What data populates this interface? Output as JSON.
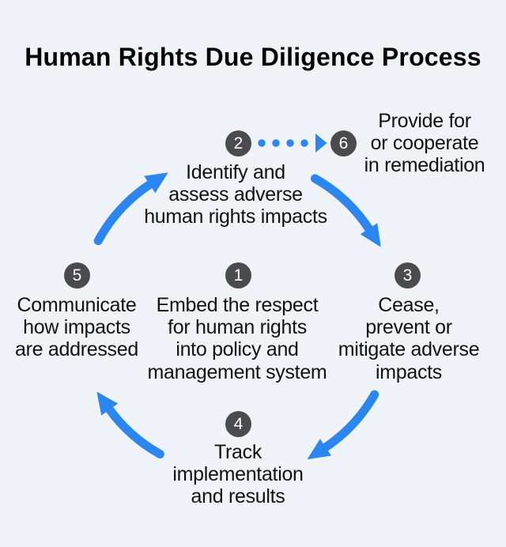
{
  "title": "Human Rights Due Diligence Process",
  "diagram": {
    "type": "cycle",
    "steps": [
      {
        "number": "1",
        "label": "Embed the respect\nfor human rights\ninto policy and\nmanagement system"
      },
      {
        "number": "2",
        "label": "Identify and\nassess adverse\nhuman rights impacts"
      },
      {
        "number": "3",
        "label": "Cease,\nprevent or\nmitigate adverse\nimpacts"
      },
      {
        "number": "4",
        "label": "Track\nimplementation\nand results"
      },
      {
        "number": "5",
        "label": "Communicate\nhow impacts\nare addressed"
      },
      {
        "number": "6",
        "label": "Provide for\nor cooperate\nin remediation"
      }
    ],
    "connections": [
      "5-2",
      "2-3",
      "3-4",
      "4-5",
      "2-6-dotted"
    ]
  },
  "colors": {
    "background": "#eff2f7",
    "accent_blue": "#2b86f0",
    "step_circle": "#4b4b4d",
    "step_number": "#ffffff",
    "text": "#121212",
    "title_text": "#050506"
  }
}
